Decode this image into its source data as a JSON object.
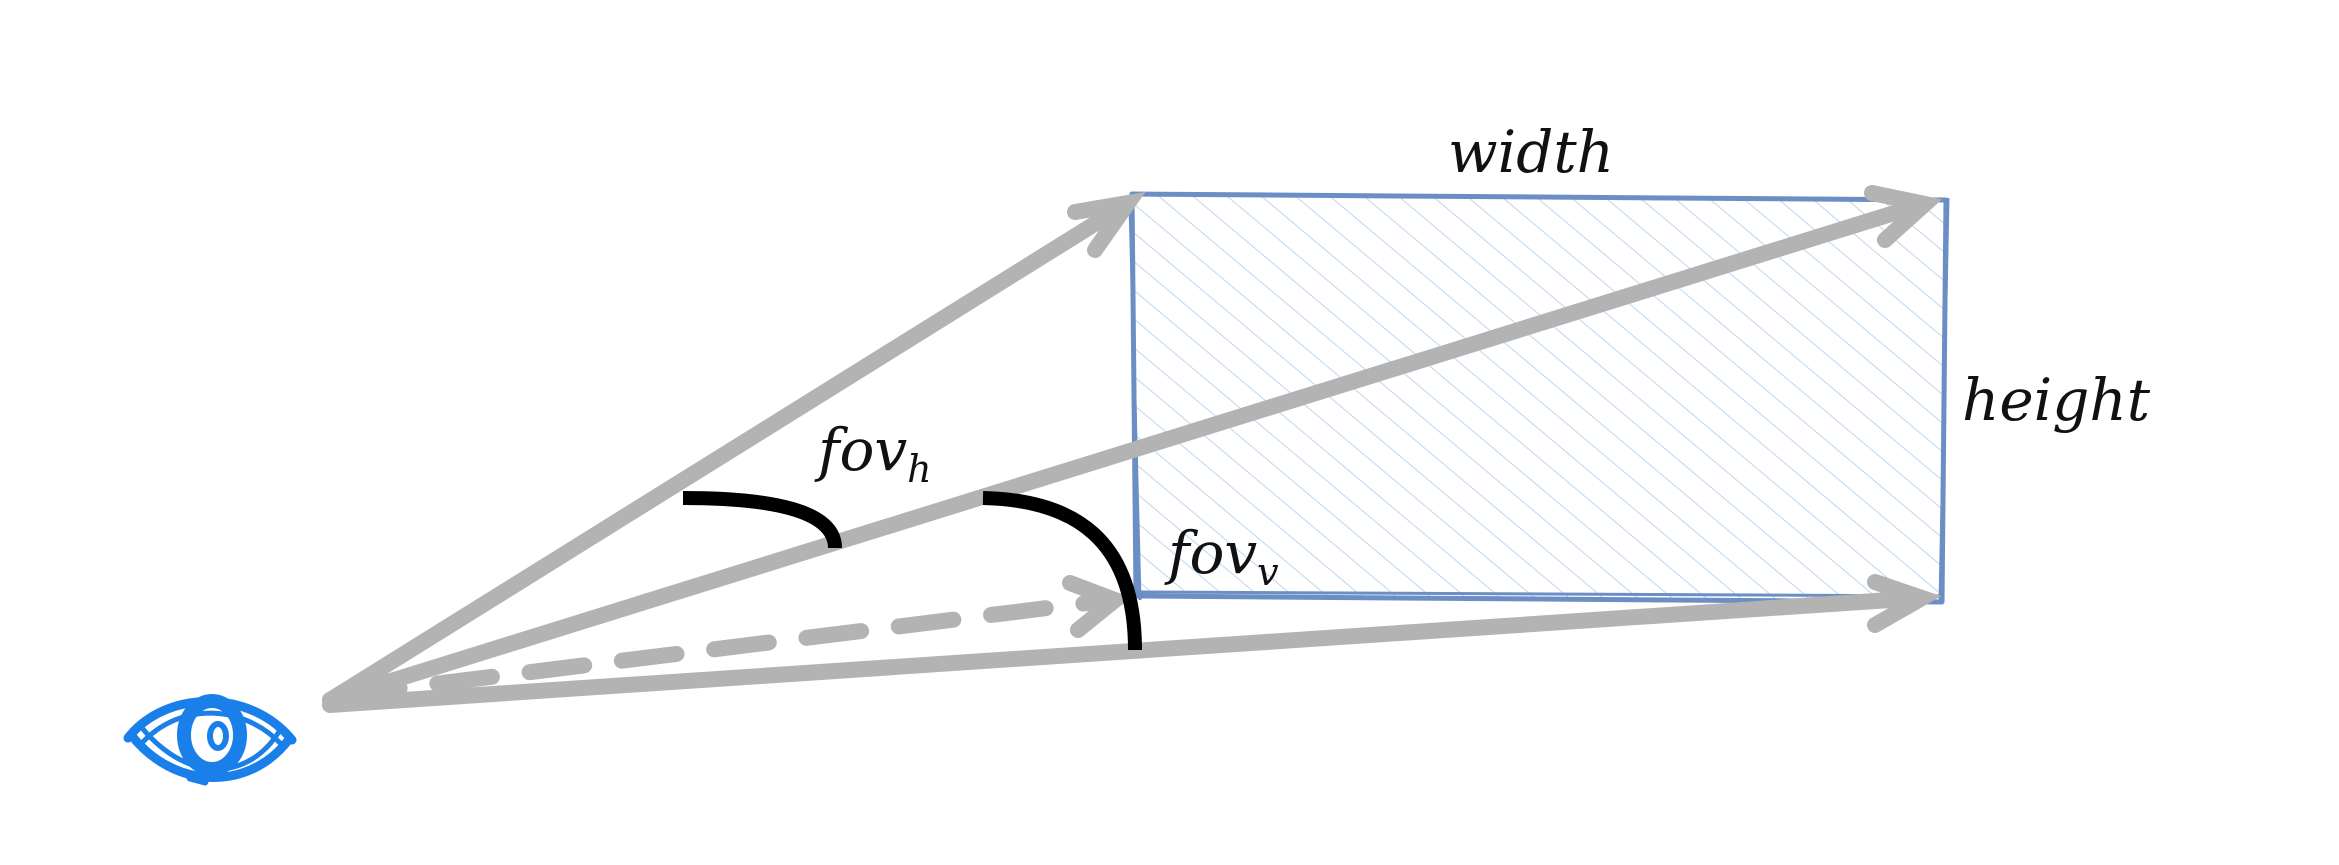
{
  "labels": {
    "width": "width",
    "height": "height",
    "fov_h_base": "fov",
    "fov_h_sub": "h",
    "fov_v_base": "fov",
    "fov_v_sub": "v"
  },
  "icons": {
    "viewer": "eye-icon"
  },
  "colors": {
    "ray": "#b3b3b3",
    "frame_stroke": "#6b8ec4",
    "frame_hatch": "#bcd6f5",
    "eye": "#1a7fe8",
    "angle_arc": "#000000",
    "text": "#111111"
  }
}
